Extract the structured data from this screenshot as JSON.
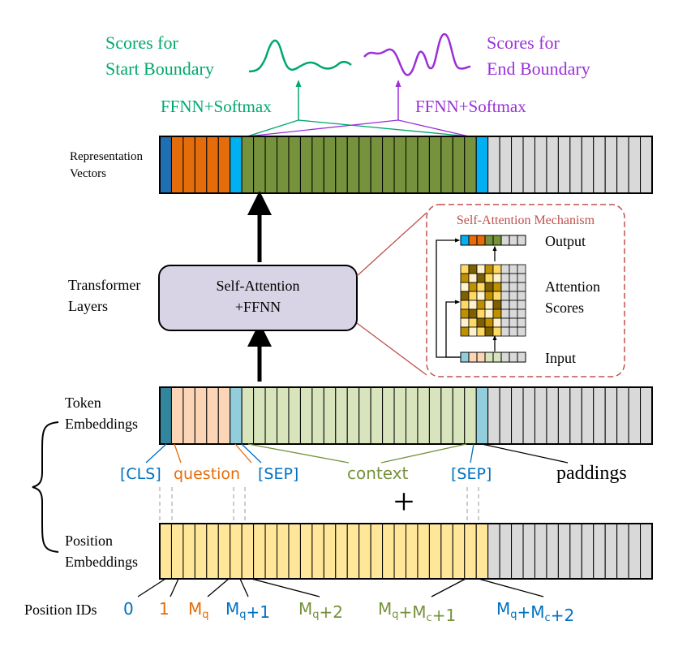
{
  "top": {
    "start_scores": [
      "Scores for",
      "Start Boundary"
    ],
    "end_scores": [
      "Scores for",
      "End Boundary"
    ],
    "ffnn_start": "FFNN+Softmax",
    "ffnn_end": "FFNN+Softmax"
  },
  "rows": {
    "representation": [
      "Representation",
      "Vectors"
    ],
    "transformer": [
      "Transformer",
      "Layers"
    ],
    "token": [
      "Token",
      "Embeddings"
    ],
    "position": [
      "Position",
      "Embeddings"
    ]
  },
  "transformer_box": [
    "Self-Attention",
    "+FFNN"
  ],
  "inset": {
    "title": "Self-Attention Mechanism",
    "output": "Output",
    "scores": [
      "Attention",
      "Scores"
    ],
    "input": "Input"
  },
  "token_labels": {
    "cls": "[CLS]",
    "question": "question",
    "sep1": "[SEP]",
    "context": "context",
    "sep2": "[SEP]",
    "paddings": "paddings"
  },
  "plus": "+",
  "position_ids": {
    "label": "Position IDs",
    "ids": [
      {
        "main": "0",
        "sub": ""
      },
      {
        "main": "1",
        "sub": ""
      },
      {
        "main": "M",
        "sub": "q",
        "rest": ""
      },
      {
        "main": "M",
        "sub": "q",
        "rest": "+1"
      },
      {
        "main": "M",
        "sub": "q",
        "rest": "+2"
      },
      {
        "main": "M",
        "sub": "q",
        "rest": "+M",
        "sub2": "c",
        "rest2": "+1"
      },
      {
        "main": "M",
        "sub": "q",
        "rest": "+M",
        "sub2": "c",
        "rest2": "+2"
      }
    ]
  },
  "colors": {
    "cls_dark": "#1f6fb5",
    "question_dark": "#e46c0a",
    "sep_dark": "#00b0f0",
    "context_dark": "#76923c",
    "padding": "#d9d9d9",
    "cls_light": "#31859c",
    "question_light": "#fbd5b5",
    "sep_light": "#92cddc",
    "context_light": "#d7e4bc",
    "pos_fill": "#ffe699",
    "green_text": "#00a86b",
    "purple_text": "#9b30d9",
    "blue_text": "#0070c0",
    "orange_text": "#e46c0a",
    "olive_text": "#76923c",
    "inset_border": "#c0504d",
    "box_fill": "#d9d3e6"
  }
}
